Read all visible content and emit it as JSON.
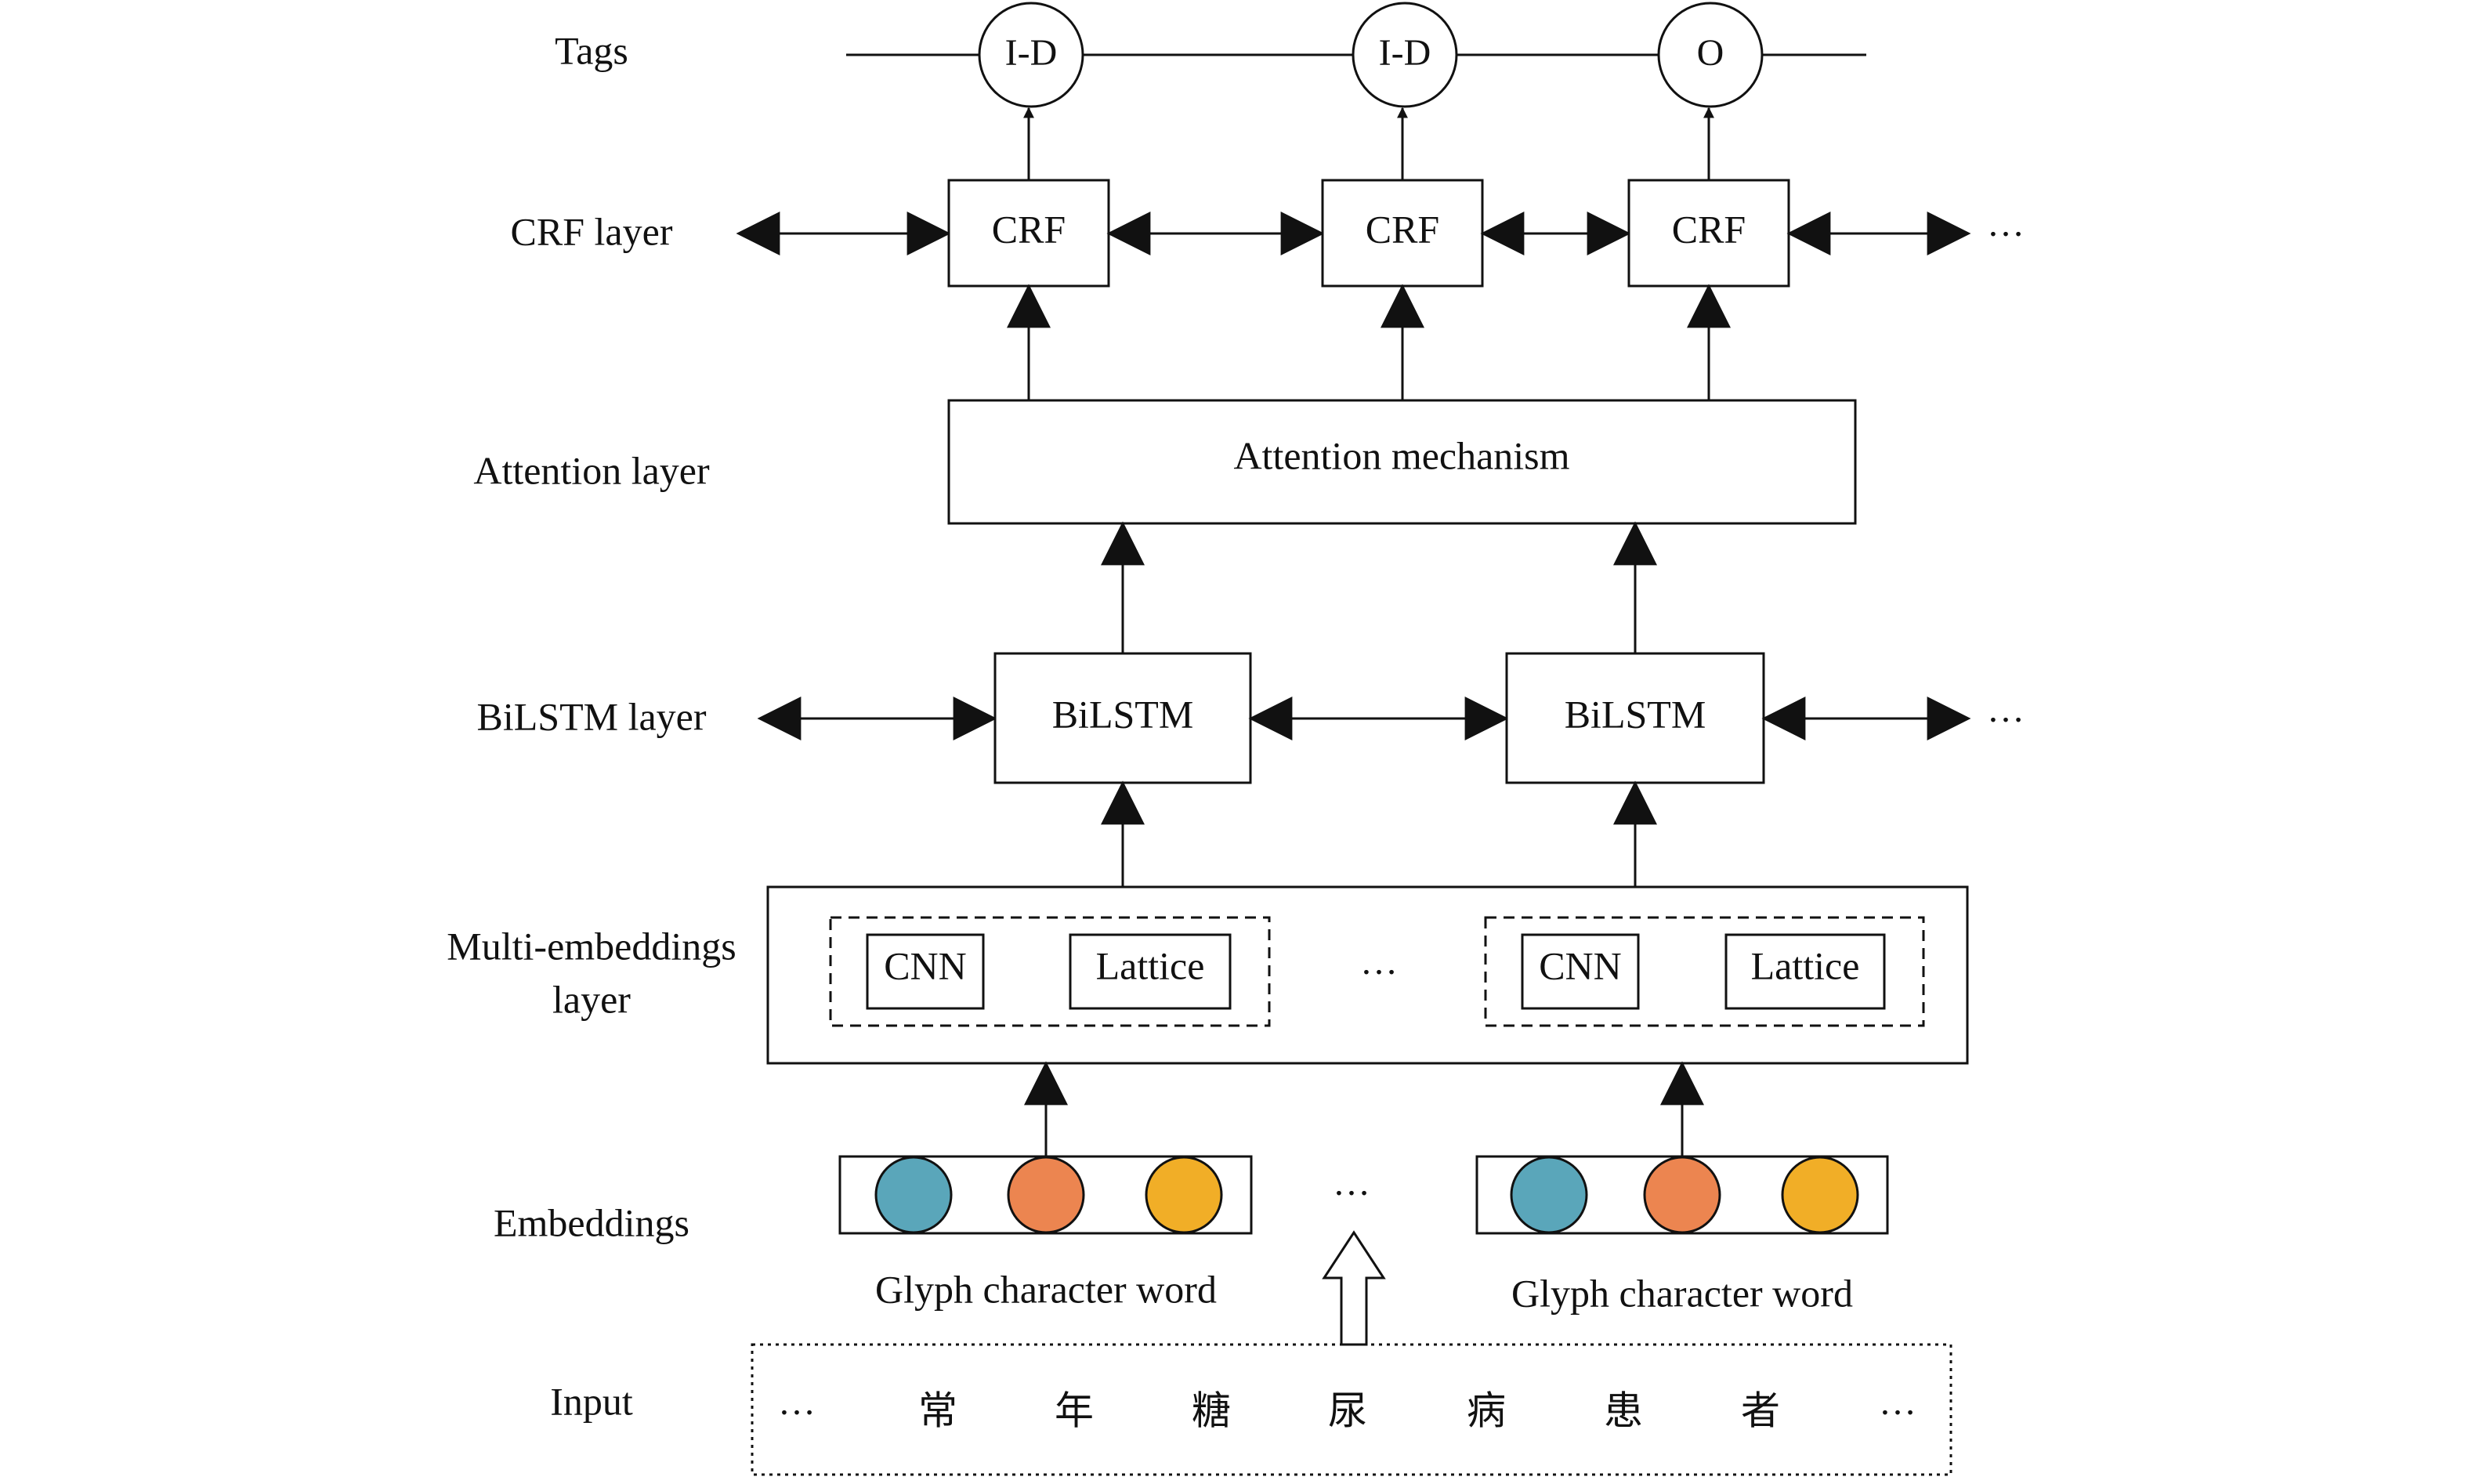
{
  "layer_labels": {
    "tags": "Tags",
    "crf": "CRF layer",
    "attention": "Attention layer",
    "bilstm": "BiLSTM layer",
    "multi_line1": "Multi-embeddings",
    "multi_line2": "layer",
    "embeddings": "Embeddings",
    "input": "Input"
  },
  "tags": [
    "I-D",
    "I-D",
    "O"
  ],
  "crf_label": "CRF",
  "attention_label": "Attention mechanism",
  "bilstm_label": "BiLSTM",
  "cnn_label": "CNN",
  "lattice_label": "Lattice",
  "glyph_caption": "Glyph character word",
  "ellipsis": "…",
  "input_tokens": [
    "…",
    "常",
    "年",
    "糖",
    "尿",
    "病",
    "患",
    "者",
    "…"
  ],
  "colors": {
    "glyph": "#5aa6ba",
    "character": "#ec8550",
    "word": "#f1ae27",
    "stroke": "#111111"
  }
}
